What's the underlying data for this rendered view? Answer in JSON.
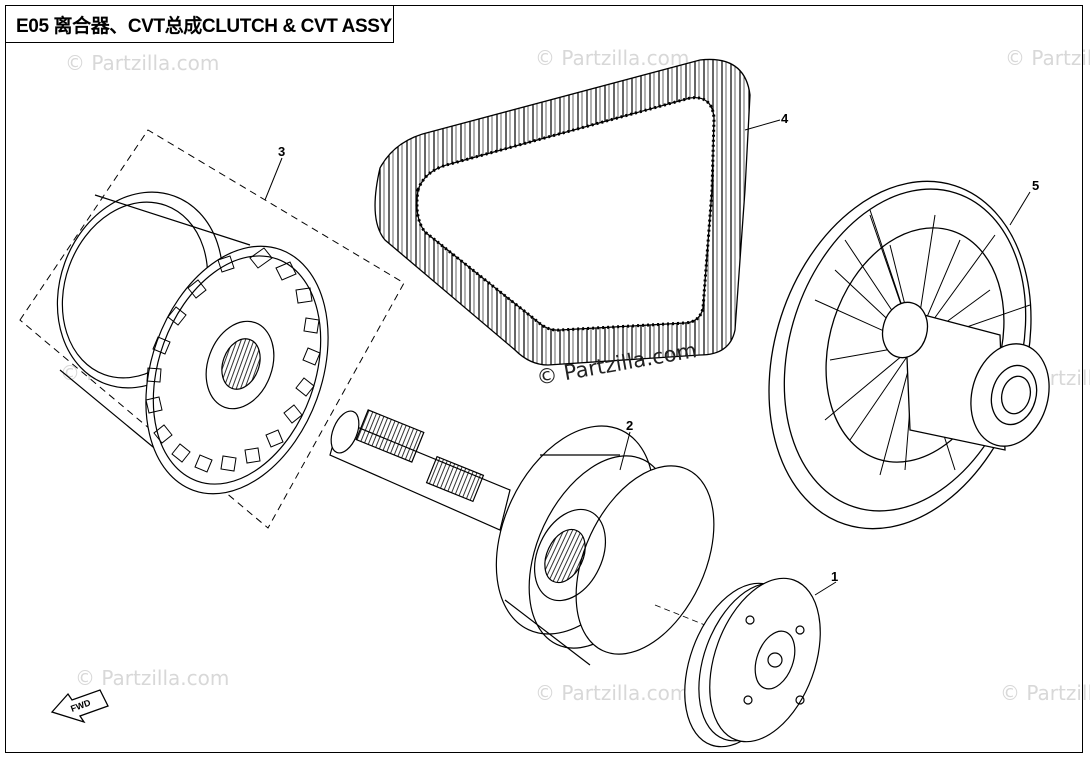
{
  "title": {
    "code": "E05",
    "text": "离合器、CVT总成CLUTCH & CVT ASSY"
  },
  "callouts": [
    {
      "id": "1",
      "label": "1",
      "part": "clutch"
    },
    {
      "id": "2",
      "label": "2",
      "part": "clutch-drum-and-shaft"
    },
    {
      "id": "3",
      "label": "3",
      "part": "drive-pulley"
    },
    {
      "id": "4",
      "label": "4",
      "part": "drive-belt"
    },
    {
      "id": "5",
      "label": "5",
      "part": "driven-pulley"
    }
  ],
  "watermark": {
    "main": "© Partzilla.com",
    "faint": "© Partzilla.com"
  },
  "direction_arrow": {
    "label": "FWD"
  },
  "colors": {
    "line": "#000000",
    "watermark_faint": "#d8d8d8",
    "background": "#ffffff"
  }
}
